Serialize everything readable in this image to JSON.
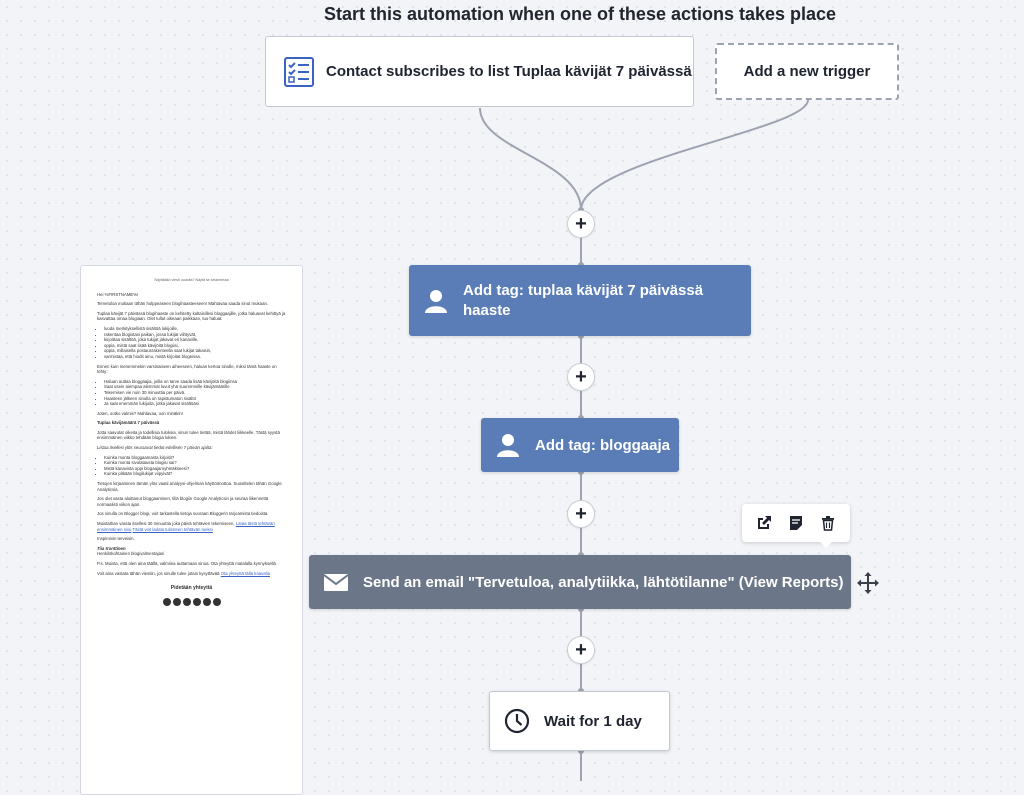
{
  "heading": "Start this automation when one of these actions takes place",
  "triggers": {
    "main": "Contact subscribes to list Tuplaa kävijät 7 päivässä",
    "new": "Add a new trigger"
  },
  "plus_label": "+",
  "nodes": {
    "tag1": "Add tag: tuplaa kävijät 7 päivässä haaste",
    "tag2": "Add tag: bloggaaja",
    "email": "Send an email \"Tervetuloa, analytiikka, lähtötilanne\" (View Reports)",
    "wait": "Wait for 1 day"
  },
  "colors": {
    "tag_node": "#5a7db8",
    "email_node": "#6c7689",
    "connector": "#9da3b0"
  },
  "icons": {
    "trigger": "checklist-icon",
    "tag": "user-icon",
    "email": "envelope-icon",
    "wait": "clock-icon",
    "toolbar": [
      "open-external-icon",
      "note-icon",
      "trash-icon"
    ],
    "move": "move-icon"
  },
  "preview": {
    "top": "Näyttääkö viesti oudolta? Näytä se selaimessa",
    "greeting": "Hei %FIRSTNAME%!",
    "p1": "Tervetuloa mukaan tähän hulppeaseen blogihaasteeseen! Mahtavaa saada sinut mukaan.",
    "p2": "Tuplaa kävijät 7 päivässä blogihaaste on kehitetty kaltaisillesi bloggaajille, jotka haluavat kehittyä ja kasvattaa omaa blogiaan. Olet tullut oikeaan paikkaan, tuo haluat:",
    "list1": [
      "luoda merkityksellistä sisältöä lukijoille,",
      "rakentaa blogistasi paikan, jossa lukijat viihtyvät,",
      "kirjoittaa sisältöä, joka tukijat jakavat eri kanaville,",
      "oppia, mistä saat lisää kävijöitä blogiisi,",
      "oppia, millaisella postausrakenteella saat lukijat takaisin,",
      "varmistaa, että hiodit ainu, mistä kirjoitat blogeissa."
    ],
    "p3": "Ennen kuin menemmekin varsinaiseen aiheeseen, haluan kertoa sinulle, miksi tämä haaste on tehty:",
    "list2": [
      "Haluan auttaa bloggaajia, joilla on tarve saada lisää kävijöitä blogiinsa",
      "Saat usein aiempaa alemmat luvut yhä suuremmille kävijämäärille",
      "Tekemisen vie noin 30 minuuttia per päivä.",
      "Haasteen jälkeen sinulla on rapistumaton sisältö",
      "Ja saat enemmän lukijoita, jotka jakavat sisältöäsi"
    ],
    "p4": "Joten, ootko valmis? Mahtavaa, oon minäkin!",
    "h1": "Tuplaa kävijämäärä 7 päivässä",
    "p5": "Jotta saavutat oikeita ja todellisia tuloksia, sinun tulee tietää, mistä lähdet liikkeelle. Tästä syystä ensimmäinen viikko tehdään blogia lukien.",
    "p6": "Listaa itsellesi ylös seuraavat tiedot edellisen 7 päivän ajalta:",
    "list3": [
      "Kuinka monta bloggaamasta kirjoitit?",
      "Kuinka monta sivulatausta blogisi sai?",
      "Mistä kanavista oppi blogaajaroyhmäkseesi?",
      "Kuinka pitkään blogilukijat viipyivät?"
    ],
    "p7": "Tietojen kirjaaminen tämän ylös vaatii analyysi-ohjelman käyttöönottoa. Suosittelen tähän Google Analyticsia.",
    "p8": "Jos olet vasta aloittanut bloggaamisen, tiliä blogiin Google Analyticsin ja seuraa liikennettä normaalisti viikon ajan.",
    "p9": "Jos sinulla on Blogger blogi, voit tarkastella tietoja suoraan Bloggerin tarjoamista tiedoista.",
    "p10": "Muistathan varata itsellesi 30 minuuttia joka päivä tehtävien tekemiseen.",
    "link1": "Lataa tästä tehtävän ensimmäinen sivu",
    "link2": "Tästä voit ladata tulosteen tehtävän tueksi",
    "p11": "Inspiroivin terveisin,",
    "sign": "Tiia Konttinen",
    "sign2": "Henkilökohtainen blogivalmentajasi",
    "p12": "P.s. Muista, että olen aina täällä, valmiina auttamaan sinua. Ota yhteyttä matalalla kynnyksellä.",
    "p13": "Voit aina vastata tähän viestiin, jos sinulle tulee jotain kysyttävää",
    "link3": "Ota yhteyttä tällä kaavalla",
    "contact": "Pidetään yhteyttä"
  }
}
